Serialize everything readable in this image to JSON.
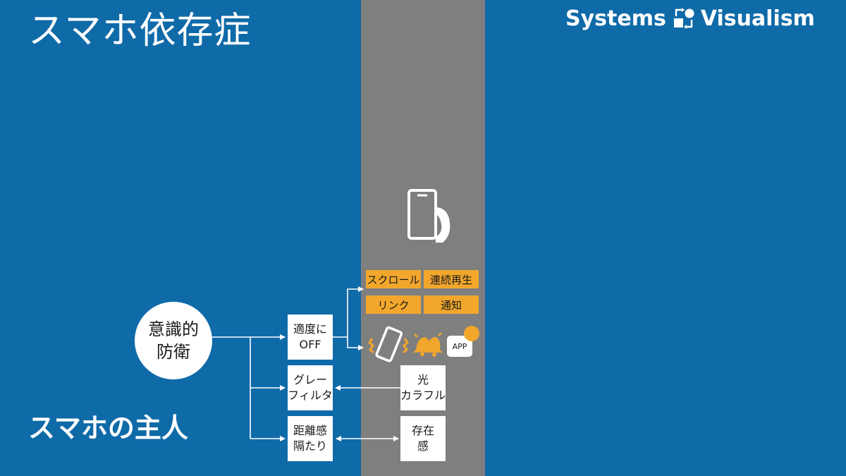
{
  "header": {
    "title": "スマホ依存症",
    "logo_left": "Systems",
    "logo_right": "Visualism"
  },
  "footer": {
    "subtitle": "スマホの主人"
  },
  "diagram": {
    "central": {
      "line1": "意識的",
      "line2": "防衛"
    },
    "actions": [
      {
        "line1": "適度に",
        "line2": "OFF"
      },
      {
        "line1": "グレー",
        "line2": "フィルタ"
      },
      {
        "line1": "距離感",
        "line2": "隔たり"
      }
    ],
    "features": [
      "スクロール",
      "連続再生",
      "リンク",
      "通知"
    ],
    "targets": [
      {
        "line1": "光",
        "line2": "カラフル"
      },
      {
        "line1": "存在",
        "line2": "感"
      }
    ],
    "app_badge": "APP"
  },
  "colors": {
    "background": "#0f6aa8",
    "lane": "#7f7f7f",
    "accent": "#f2a72c",
    "box": "#ffffff"
  },
  "icons": [
    "hand-holding-phone-icon",
    "vibrating-phone-icon",
    "ringing-bell-icon",
    "app-notification-icon",
    "systems-visualism-logo-icon"
  ]
}
